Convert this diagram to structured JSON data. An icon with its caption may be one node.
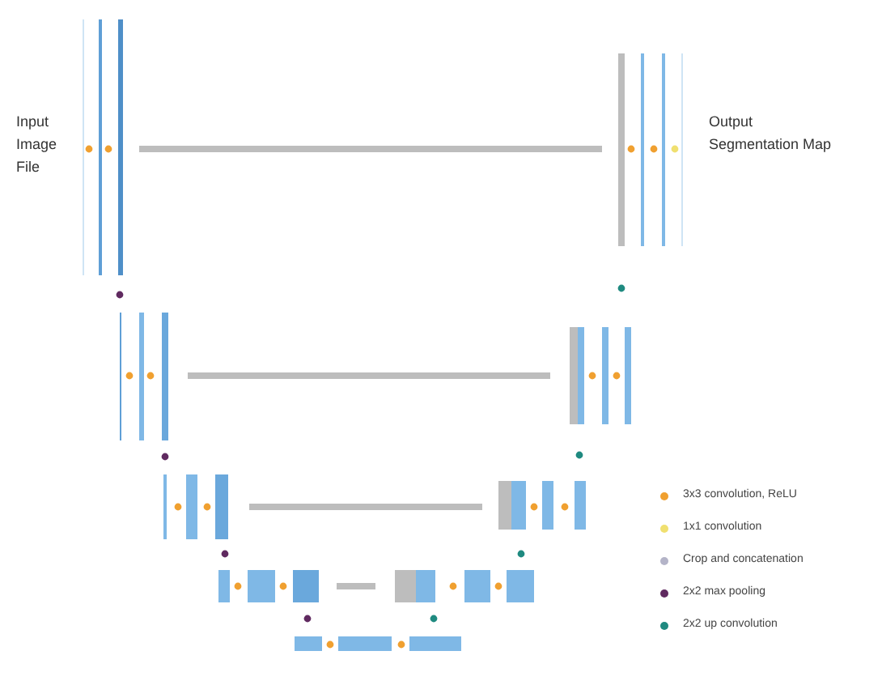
{
  "diagram": {
    "nodes": [
      {
        "text": [
          "Input Image File"
        ]
      },
      {
        "text": [
          "Output Segmentation Map"
        ]
      }
    ],
    "legend": [
      {
        "text": "3x3 convolution, ReLU",
        "color": "#f0a030"
      },
      {
        "text": "1x1 convolution",
        "color": "#f0e070"
      },
      {
        "text": "Crop and concatenation",
        "color": "#b4b4c8"
      },
      {
        "text": "2x2 max pooling",
        "color": "#602a60"
      },
      {
        "text": "2x2 up convolution",
        "color": "#1f8a80"
      }
    ]
  }
}
